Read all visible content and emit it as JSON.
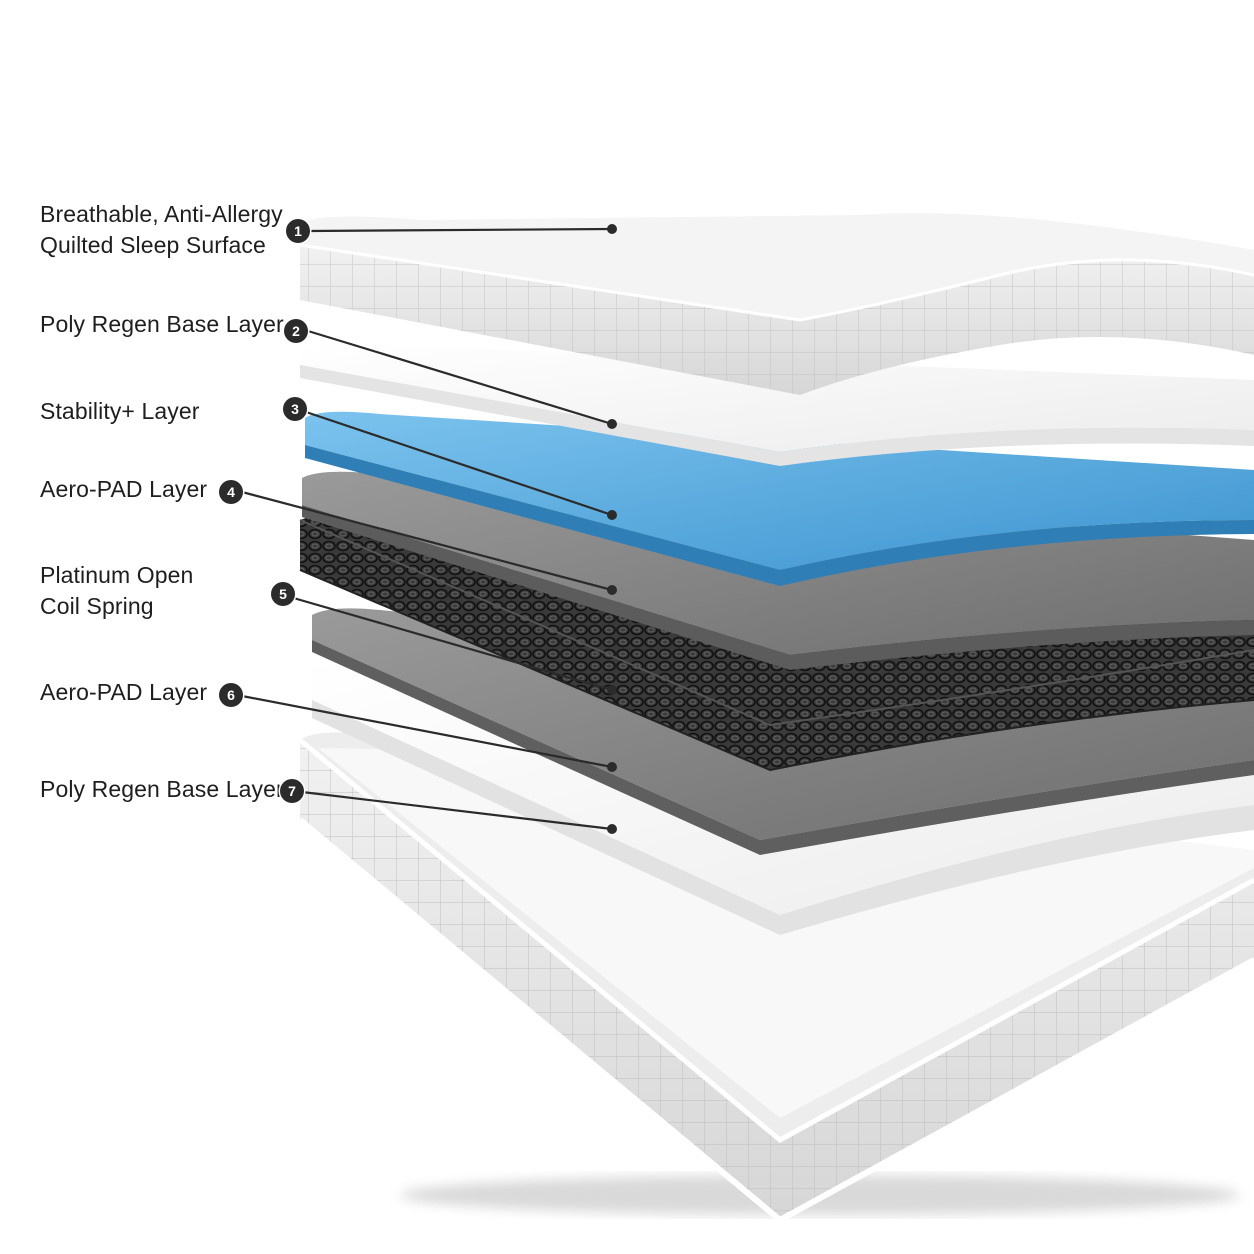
{
  "layers": [
    {
      "number": "1",
      "lines": [
        "Breathable, Anti-Allergy",
        "Quilted Sleep Surface"
      ]
    },
    {
      "number": "2",
      "lines": [
        "Poly Regen Base Layer"
      ]
    },
    {
      "number": "3",
      "lines": [
        "Stability+ Layer"
      ]
    },
    {
      "number": "4",
      "lines": [
        "Aero-PAD Layer"
      ]
    },
    {
      "number": "5",
      "lines": [
        "Platinum Open",
        "Coil Spring"
      ]
    },
    {
      "number": "6",
      "lines": [
        "Aero-PAD Layer"
      ]
    },
    {
      "number": "7",
      "lines": [
        "Poly Regen Base Layer"
      ]
    }
  ],
  "colors": {
    "background": "#ffffff",
    "label_text": "#1e1e1e",
    "badge": "#2b2b2b",
    "leader_line": "#2b2b2b",
    "quilted_fabric": "#e3e3e3",
    "white_foam": "#f7f7f7",
    "blue_foam": "#5aaee0",
    "aero_pad": "#8a8a8a",
    "coil_spring": "#2a2a2a"
  }
}
